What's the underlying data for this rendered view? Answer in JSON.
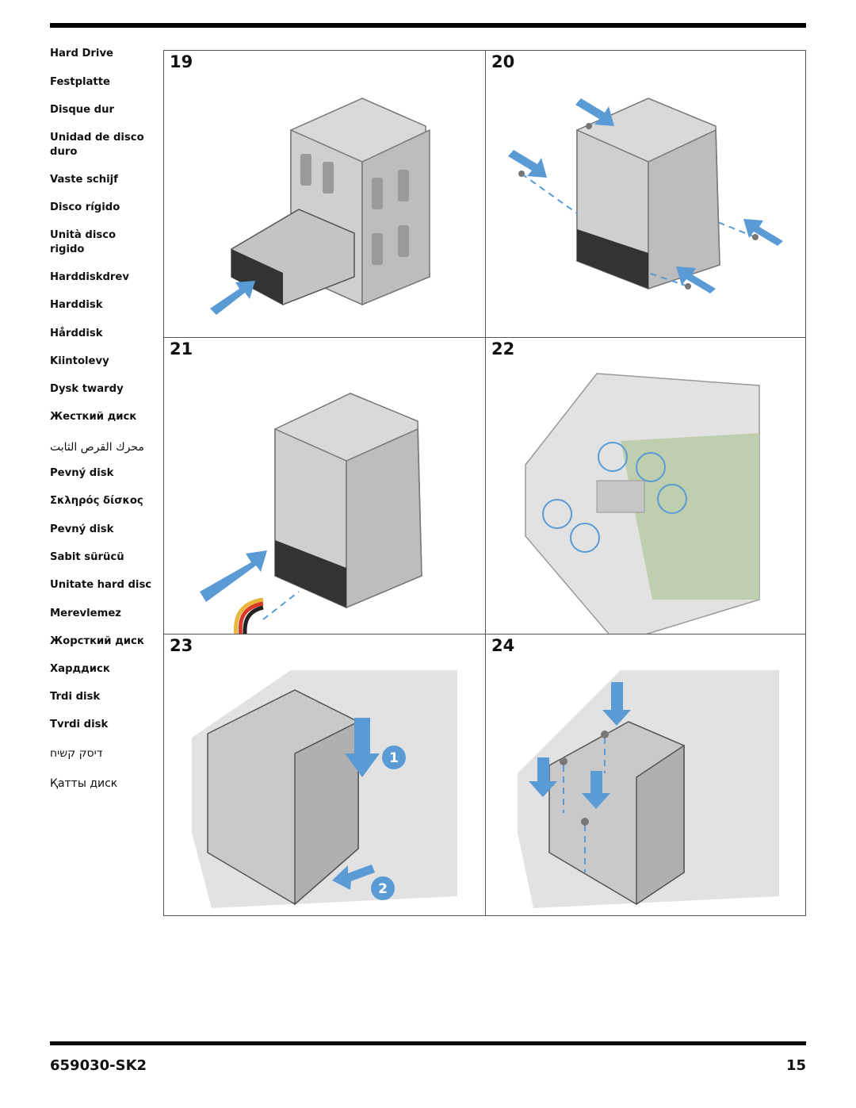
{
  "languages": [
    "Hard Drive",
    "Festplatte",
    "Disque dur",
    "Unidad de disco duro",
    "Vaste schijf",
    "Disco rígido",
    "Unità disco rigido",
    "Harddiskdrev",
    "Harddisk",
    "Hårddisk",
    "Kiintolevy",
    "Dysk twardy",
    "Жесткий диск",
    "محرك القرص الثابت",
    "Pevný disk",
    "Σκληρός δίσκος",
    "Pevný disk",
    "Sabit sürücü",
    "Unitate hard disc",
    "Merevlemez",
    "Жорсткий диск",
    "Харддиск",
    "Trdi disk",
    "Tvrdi disk",
    "דיסק קשיח",
    "Қатты диск"
  ],
  "steps": [
    "19",
    "20",
    "21",
    "22",
    "23",
    "24"
  ],
  "callouts": {
    "one": "1",
    "two": "2"
  },
  "footer": {
    "doc_number": "659030-SK2",
    "page_number": "15"
  },
  "colors": {
    "arrow": "#5b9bd5",
    "frame": "#c8c8c8",
    "rule": "#000000"
  }
}
